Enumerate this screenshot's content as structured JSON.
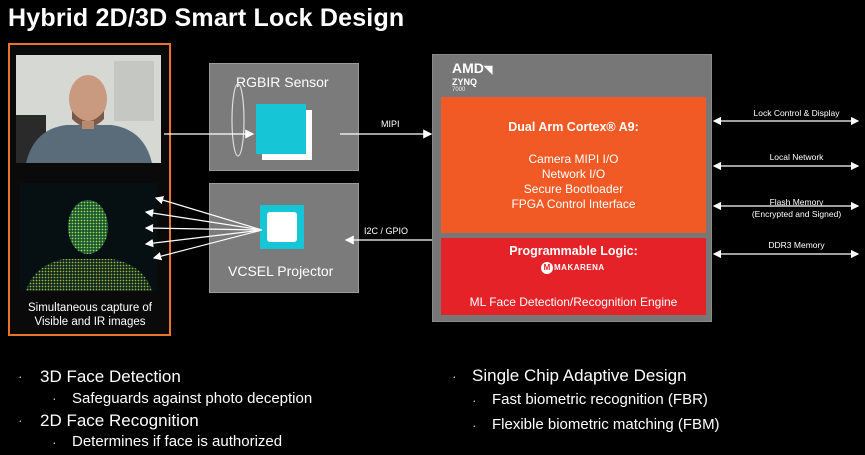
{
  "title": "Hybrid 2D/3D Smart Lock Design",
  "capture": {
    "caption_line1": "Simultaneous capture of",
    "caption_line2": "Visible and IR images"
  },
  "sensor": {
    "label": "RGBIR Sensor"
  },
  "projector": {
    "label": "VCSEL Projector"
  },
  "links": {
    "mipi": "MIPI",
    "i2c": "I2C / GPIO"
  },
  "zynq": {
    "logo_amd": "AMD",
    "logo_zynq": "ZYNQ",
    "logo_7000": "7000",
    "ps_title": "Dual Arm Cortex® A9:",
    "ps_items": [
      "Camera MIPI I/O",
      "Network I/O",
      "Secure Bootloader",
      "FPGA Control Interface"
    ],
    "pl_title": "Programmable Logic:",
    "pl_logo": "MAKARENA",
    "pl_engine": "ML Face Detection/Recognition Engine"
  },
  "interfaces": {
    "lock": "Lock Control & Display",
    "network": "Local Network",
    "flash1": "Flash Memory",
    "flash2": "(Encrypted and Signed)",
    "ddr": "DDR3 Memory"
  },
  "bullets_left": {
    "h1": "3D Face Detection",
    "s1": "Safeguards against photo deception",
    "h2": "2D Face Recognition",
    "s2": "Determines if face is authorized"
  },
  "bullets_right": {
    "h1": "Single Chip Adaptive Design",
    "s1": "Fast biometric recognition (FBR)",
    "s2": "Flexible biometric matching (FBM)"
  },
  "colors": {
    "orange_box": "#f15a24",
    "red_box": "#e42227",
    "cyan": "#16c5d6",
    "frame": "#e8742c",
    "gray_block": "#7b7b7b"
  }
}
